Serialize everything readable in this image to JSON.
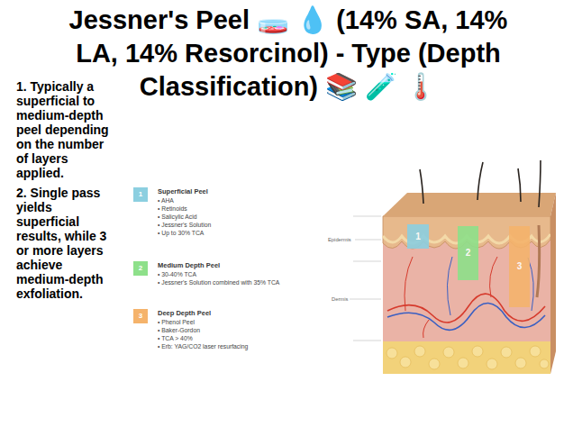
{
  "diagram": {
    "title": "Jessner's Peel 🧫 💧 (14% SA, 14% LA, 14% Resorcinol) - Type (Depth Classification) 📚 🧪 🌡️",
    "nodes": [
      {
        "text": [
          "1"
        ]
      },
      {
        "text": [
          "2"
        ]
      },
      {
        "text": [
          "3"
        ]
      },
      {
        "text": [
          "1"
        ]
      },
      {
        "text": [
          "2"
        ]
      },
      {
        "text": [
          "3"
        ]
      }
    ],
    "labels": [
      "1. Typically a superficial to medium-depth peel depending on the number of layers applied.",
      "2. Single pass yields superficial results, while 3 or more layers achieve medium-depth exfoliation.",
      "Superficial Peel",
      "• AHA",
      "• Retinoids",
      "• Salicylic Acid",
      "• Jessner's Solution",
      "• Up to 30% TCA",
      "Medium Depth Peel",
      "• 30-40% TCA",
      "• Jessner's Solution combined with 35% TCA",
      "Deep Depth Peel",
      "• Phenol Peel",
      "• Baker-Gordon",
      "• TCA > 40%",
      "• Erb: YAG/CO2 laser resurfacing",
      "Epidermis",
      "Dermis"
    ]
  }
}
